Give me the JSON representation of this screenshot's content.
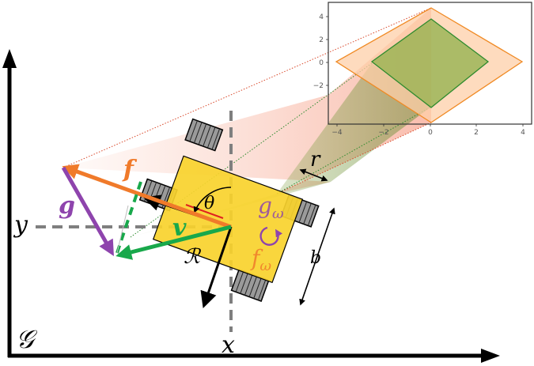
{
  "frame_label": "𝒢",
  "axis_labels": {
    "x": "x",
    "y": "y"
  },
  "labels": {
    "theta": "θ",
    "r": "r",
    "b": "b",
    "radius": "ℛ",
    "f": "f",
    "g": "g",
    "v": "v",
    "g_omega_base": "g",
    "g_omega_sub": "ω",
    "f_omega_base": "f",
    "f_omega_sub": "ω"
  },
  "inset": {
    "x_ticks": [
      "−4",
      "−2",
      "0",
      "2",
      "4"
    ],
    "y_ticks": [
      "4",
      "2",
      "0",
      "−2"
    ]
  },
  "colors": {
    "robot_body": "#F9D32D",
    "wheel": "#9a9a9a",
    "f_vector": "#F07A2A",
    "g_vector": "#8E44AD",
    "v_vector": "#18A84B",
    "guide_dashed": "#7f7f7f",
    "outer_set_fill": "#FDCFA8",
    "outer_set_stroke": "#F08A24",
    "inner_set_fill": "#8FB04A",
    "inner_set_stroke": "#2E8B2E"
  }
}
